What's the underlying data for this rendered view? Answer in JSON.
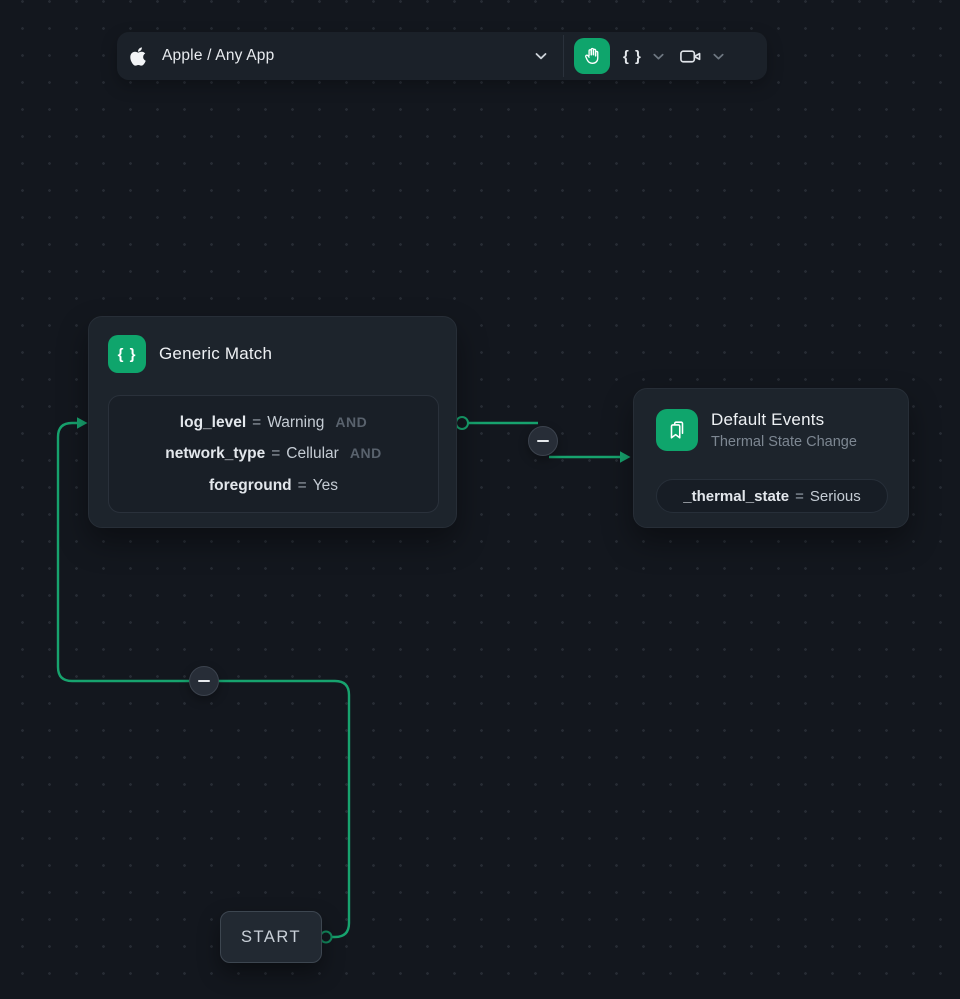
{
  "colors": {
    "background": "#13171e",
    "accent_green": "#0fa56c",
    "edge_green": "#17a36e"
  },
  "toolbar": {
    "app_selector_label": "Apple / Any App",
    "braces_button_label": "{ }"
  },
  "nodes": {
    "generic_match": {
      "title": "Generic Match",
      "icon_glyph": "{ }",
      "conditions": [
        {
          "key": "log_level",
          "op": "=",
          "value": "Warning",
          "join": "AND"
        },
        {
          "key": "network_type",
          "op": "=",
          "value": "Cellular",
          "join": "AND"
        },
        {
          "key": "foreground",
          "op": "=",
          "value": "Yes",
          "join": ""
        }
      ]
    },
    "default_events": {
      "title": "Default Events",
      "subtitle": "Thermal State Change",
      "condition": {
        "key": "_thermal_state",
        "op": "=",
        "value": "Serious"
      }
    },
    "start": {
      "label": "START"
    }
  }
}
